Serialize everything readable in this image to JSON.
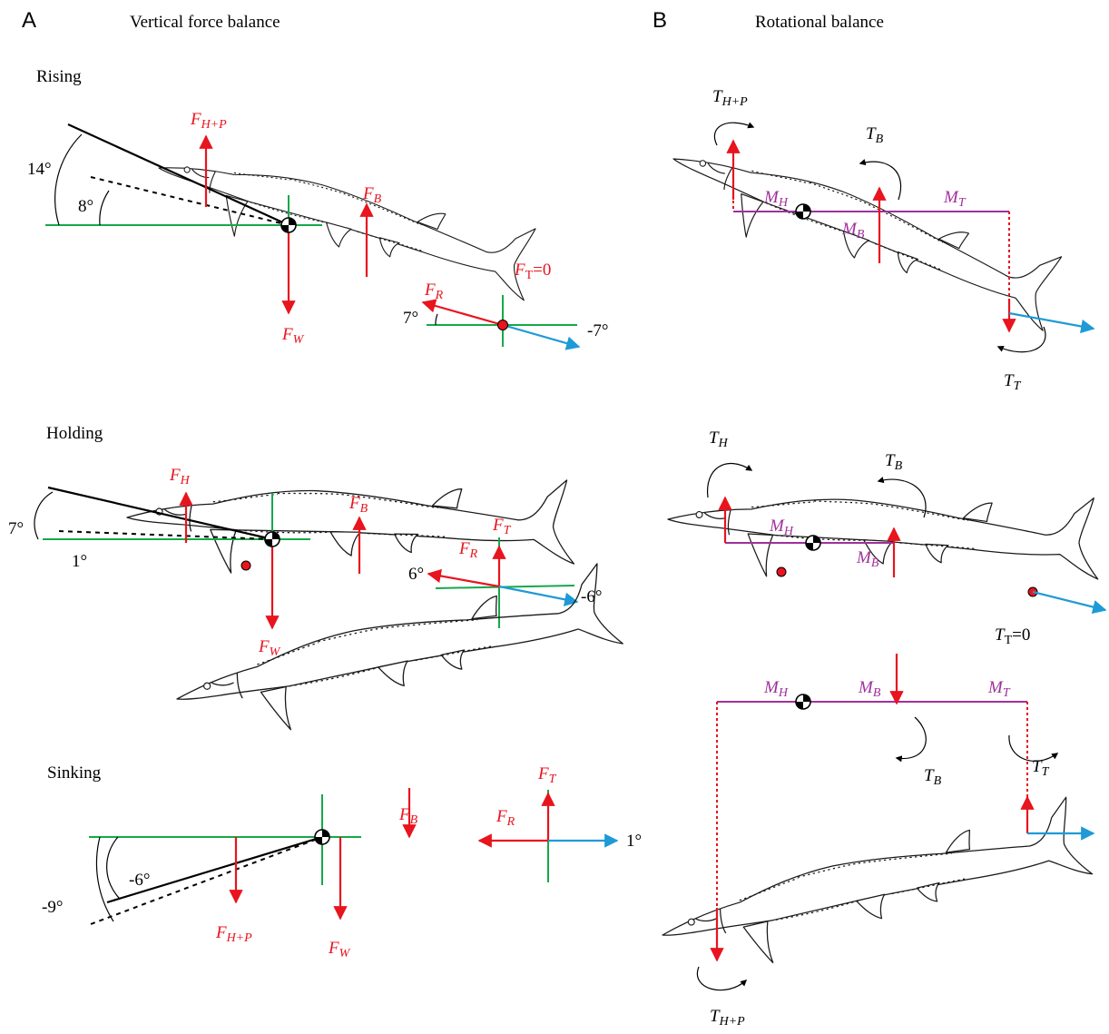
{
  "panels": {
    "a_letter": "A",
    "a_title": "Vertical force balance",
    "b_letter": "B",
    "b_title": "Rotational balance"
  },
  "rows": {
    "rising": "Rising",
    "holding": "Holding",
    "sinking": "Sinking"
  },
  "rising_a": {
    "fhp": "F",
    "fhp_sub": "H+P",
    "fb": "F",
    "fb_sub": "B",
    "ft": "F",
    "ft_sub": "T",
    "ft_val": "=0",
    "fr": "F",
    "fr_sub": "R",
    "fw": "F",
    "fw_sub": "W",
    "ang_14": "14°",
    "ang_8": "8°",
    "ang_7": "7°",
    "ang_m7": "-7°"
  },
  "holding_a": {
    "fh": "F",
    "fh_sub": "H",
    "fb": "F",
    "fb_sub": "B",
    "ft": "F",
    "ft_sub": "T",
    "fr": "F",
    "fr_sub": "R",
    "fw": "F",
    "fw_sub": "W",
    "ang_7": "7°",
    "ang_1": "1°",
    "ang_6": "6°",
    "ang_m6": "-6°"
  },
  "sinking_a": {
    "ft": "F",
    "ft_sub": "T",
    "fb": "F",
    "fb_sub": "B",
    "fr": "F",
    "fr_sub": "R",
    "fhp": "F",
    "fhp_sub": "H+P",
    "fw": "F",
    "fw_sub": "W",
    "ang_1": "1°",
    "ang_m6": "-6°",
    "ang_m9": "-9°"
  },
  "rising_b": {
    "thp": "T",
    "thp_sub": "H+P",
    "tb": "T",
    "tb_sub": "B",
    "mh": "M",
    "mh_sub": "H",
    "mt": "M",
    "mt_sub": "T",
    "mb": "M",
    "mb_sub": "B",
    "tt": "T",
    "tt_sub": "T"
  },
  "holding_b": {
    "th": "T",
    "th_sub": "H",
    "tb": "T",
    "tb_sub": "B",
    "mh": "M",
    "mh_sub": "H",
    "mb": "M",
    "mb_sub": "B",
    "tt": "T",
    "tt_sub": "T",
    "tt_val": "=0"
  },
  "sinking_b": {
    "mh": "M",
    "mh_sub": "H",
    "mb": "M",
    "mb_sub": "B",
    "mt": "M",
    "mt_sub": "T",
    "tb": "T",
    "tb_sub": "B",
    "tt": "T",
    "tt_sub": "T",
    "thp": "T",
    "thp_sub": "H+P"
  },
  "colors": {
    "force": "#e8141e",
    "thrust_direction": "#1e9ad6",
    "reference_line": "#16a84a",
    "moment_arm": "#a0309a",
    "outline": "#000000"
  }
}
